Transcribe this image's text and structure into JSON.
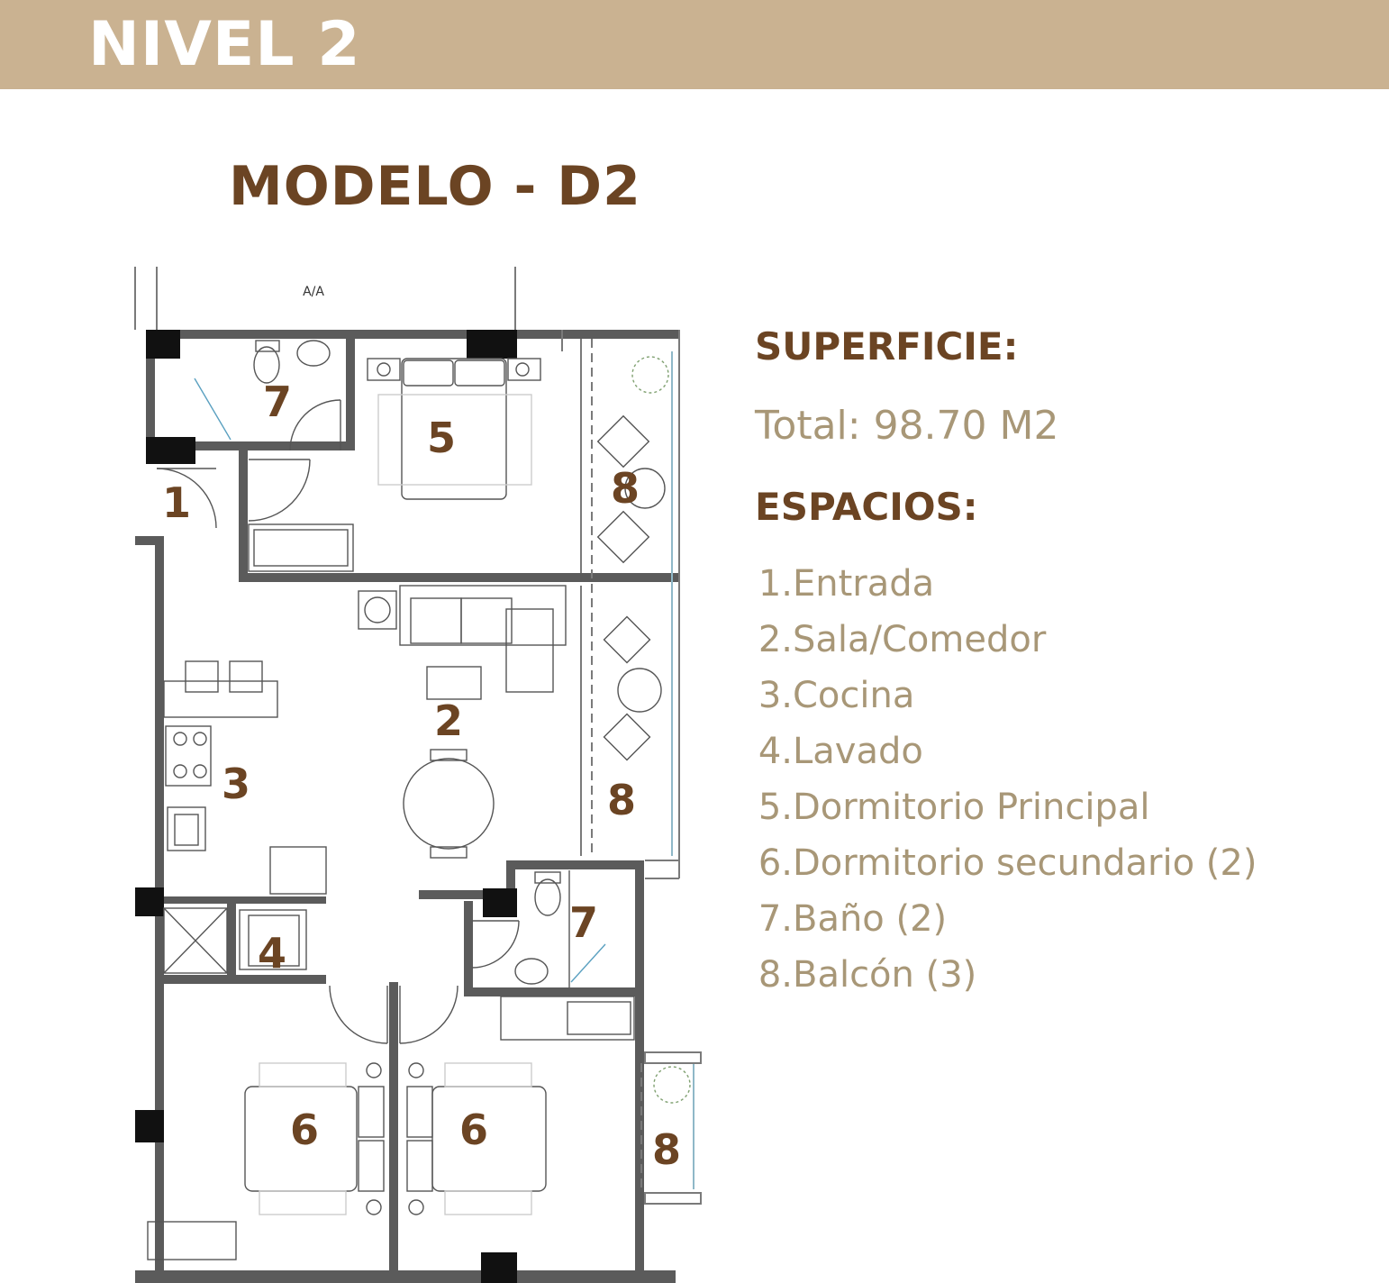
{
  "header": {
    "title": "NIVEL 2"
  },
  "model": {
    "title": "MODELO - D2"
  },
  "plan": {
    "ac_label": "A/A",
    "room_numbers": [
      "1",
      "2",
      "3",
      "4",
      "5",
      "6",
      "6",
      "7",
      "7",
      "8",
      "8",
      "8"
    ]
  },
  "info": {
    "superficie_label": "SUPERFICIE:",
    "total": "Total: 98.70 M2",
    "espacios_label": "ESPACIOS:",
    "spaces": [
      {
        "num": "1.",
        "label": "Entrada"
      },
      {
        "num": "2.",
        "label": "Sala/Comedor"
      },
      {
        "num": "3.",
        "label": "Cocina"
      },
      {
        "num": "4.",
        "label": "Lavado"
      },
      {
        "num": "5.",
        "label": "Dormitorio Principal"
      },
      {
        "num": "6.",
        "label": "Dormitorio secundario (2)"
      },
      {
        "num": "7.",
        "label": "Baño (2)"
      },
      {
        "num": "8.",
        "label": "Balcón (3)"
      }
    ]
  },
  "colors": {
    "header_bg": "#cab291",
    "brand_brown": "#6b4423",
    "muted_tan": "#a89777"
  }
}
